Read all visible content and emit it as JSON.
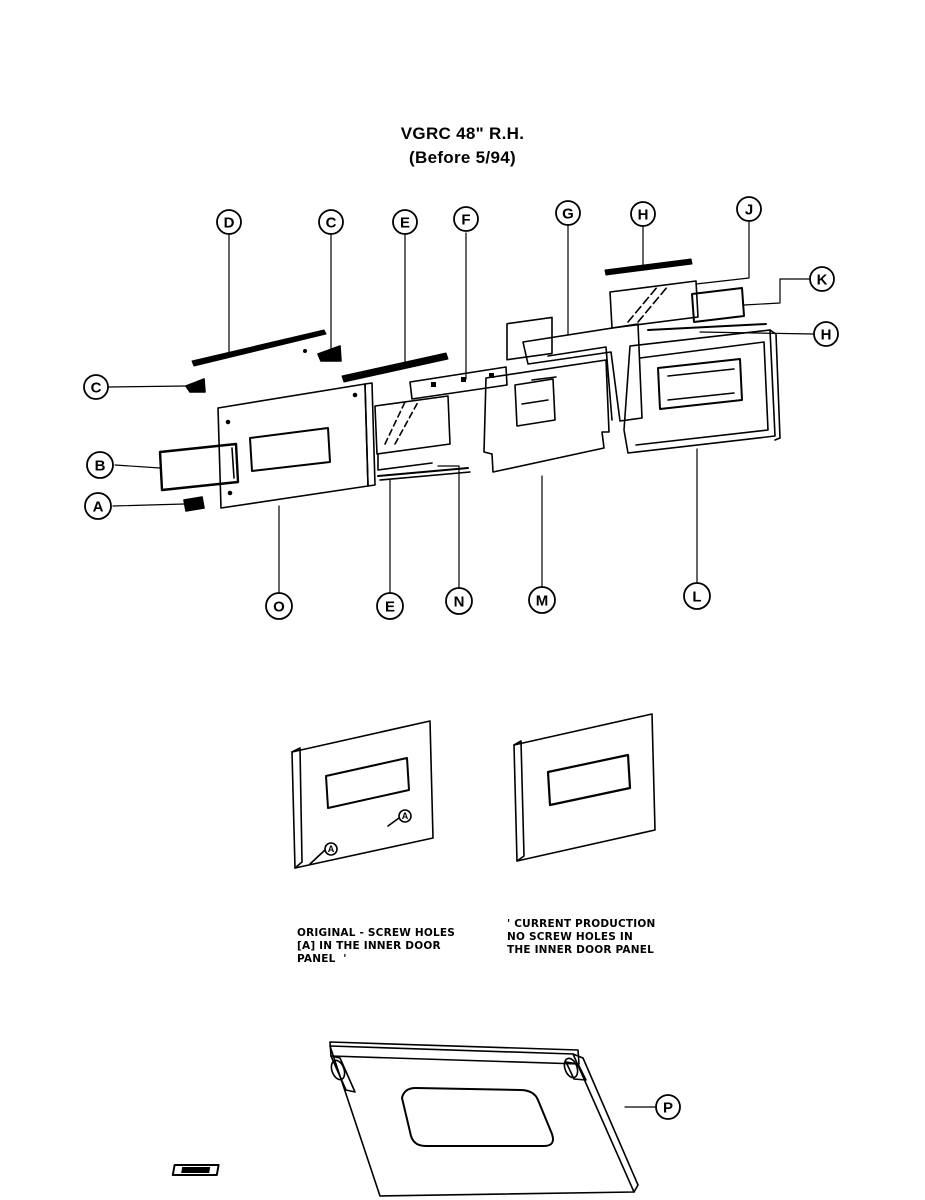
{
  "title": {
    "line1": "VGRC 48\" R.H.",
    "line2": "(Before 5/94)"
  },
  "callouts": [
    {
      "id": "D",
      "label": "D"
    },
    {
      "id": "C-top",
      "label": "C"
    },
    {
      "id": "E-top",
      "label": "E"
    },
    {
      "id": "F",
      "label": "F"
    },
    {
      "id": "G",
      "label": "G"
    },
    {
      "id": "H-top",
      "label": "H"
    },
    {
      "id": "J",
      "label": "J"
    },
    {
      "id": "K",
      "label": "K"
    },
    {
      "id": "H-right",
      "label": "H"
    },
    {
      "id": "C-left",
      "label": "C"
    },
    {
      "id": "B",
      "label": "B"
    },
    {
      "id": "A",
      "label": "A"
    },
    {
      "id": "O",
      "label": "O"
    },
    {
      "id": "E-bottom",
      "label": "E"
    },
    {
      "id": "N",
      "label": "N"
    },
    {
      "id": "M",
      "label": "M"
    },
    {
      "id": "L",
      "label": "L"
    },
    {
      "id": "P",
      "label": "P"
    }
  ],
  "inner_panel_labels": {
    "screw_hole_1": "A",
    "screw_hole_2": "A"
  },
  "captions": {
    "original": "ORIGINAL - SCREW HOLES\n[A] IN THE INNER DOOR\nPANEL  '",
    "current": "' CURRENT PRODUCTION\nNO SCREW HOLES IN\nTHE INNER DOOR PANEL"
  }
}
